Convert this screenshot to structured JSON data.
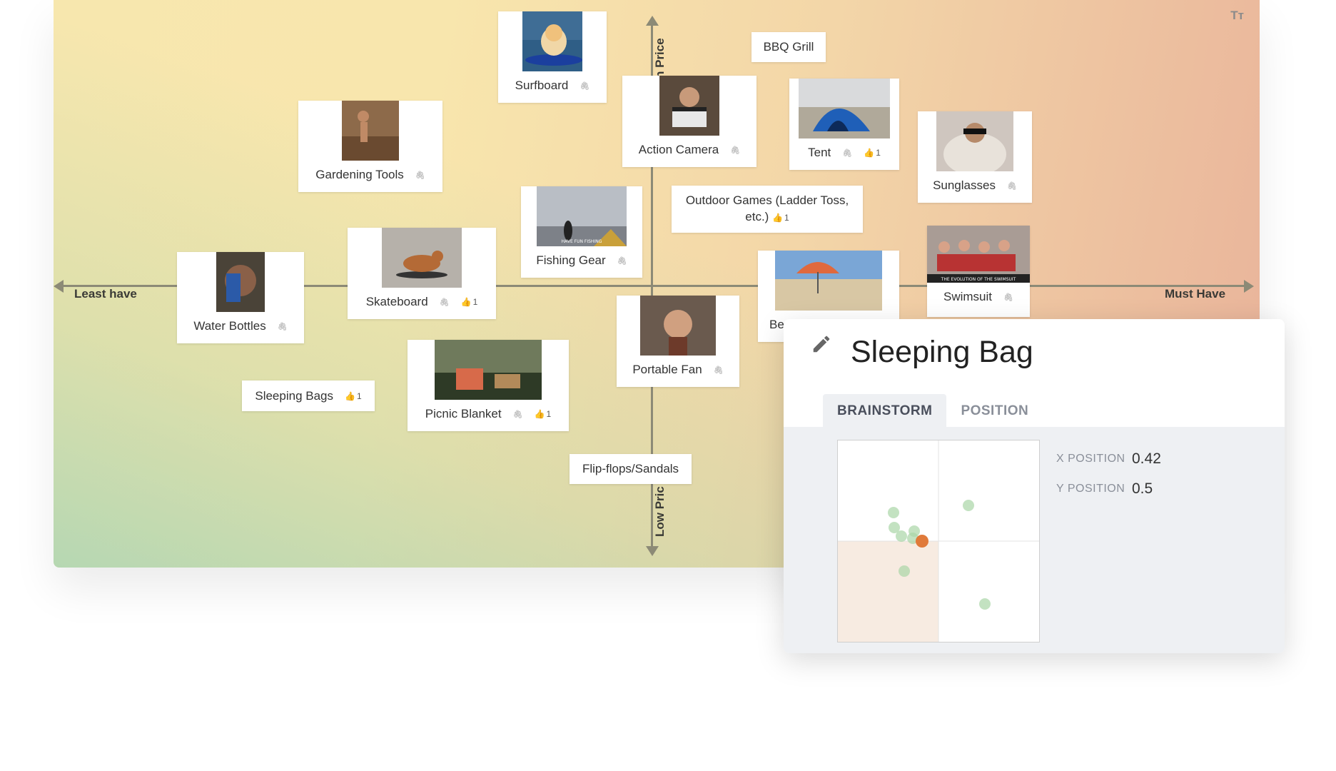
{
  "colors": {
    "axis": "#8c8a76",
    "accent_dot": "#e07a3a",
    "faint_dot": "#a9d6a6",
    "quadrant_fill": "#f7ebe1"
  },
  "board": {
    "x_axis": {
      "left_label": "Least have",
      "right_label": "Must Have"
    },
    "y_axis": {
      "top_label": "h Price",
      "bottom_label": "Low Pric"
    },
    "font_toggle": "Tт",
    "cards": [
      {
        "label": "Surfboard",
        "has_image": true,
        "image": "dog-on-surfboard"
      },
      {
        "label": "BBQ Grill",
        "has_image": false
      },
      {
        "label": "Action Camera",
        "has_image": true,
        "image": "man-holding-clapperboard"
      },
      {
        "label": "Tent",
        "has_image": true,
        "image": "blue-popup-tent",
        "likes": "1"
      },
      {
        "label": "Gardening Tools",
        "has_image": true,
        "image": "person-digging"
      },
      {
        "label": "Sunglasses",
        "has_image": true,
        "image": "person-in-fur-coat-sunglasses"
      },
      {
        "label": "Outdoor Games (Ladder Toss, etc.)",
        "has_image": false,
        "likes": "1"
      },
      {
        "label": "Fishing Gear",
        "has_image": true,
        "image": "fishing-meme",
        "image_caption": "HAVE FUN FISHING"
      },
      {
        "label": "Skateboard",
        "has_image": true,
        "image": "dog-on-skateboard",
        "likes": "1"
      },
      {
        "label": "Water Bottles",
        "has_image": true,
        "image": "man-drinking"
      },
      {
        "label": "Be",
        "has_image": true,
        "image": "beach-umbrella"
      },
      {
        "label": "Swimsuit",
        "has_image": true,
        "image": "swimsuit-group",
        "image_caption": "THE EVOLUTION OF THE SWIMSUIT"
      },
      {
        "label": "Portable Fan",
        "has_image": true,
        "image": "fan-blowing-face"
      },
      {
        "label": "Sleeping Bags",
        "has_image": false,
        "likes": "1"
      },
      {
        "label": "Picnic Blanket",
        "has_image": true,
        "image": "picnic-blanket-pillows",
        "likes": "1"
      },
      {
        "label": "Flip-flops/Sandals",
        "has_image": false
      }
    ]
  },
  "panel": {
    "title": "Sleeping Bag",
    "tabs": [
      "BRAINSTORM",
      "POSITION"
    ],
    "active_tab": "BRAINSTORM",
    "x_position_label": "X POSITION",
    "x_position_value": "0.42",
    "y_position_label": "Y POSITION",
    "y_position_value": "0.5"
  }
}
